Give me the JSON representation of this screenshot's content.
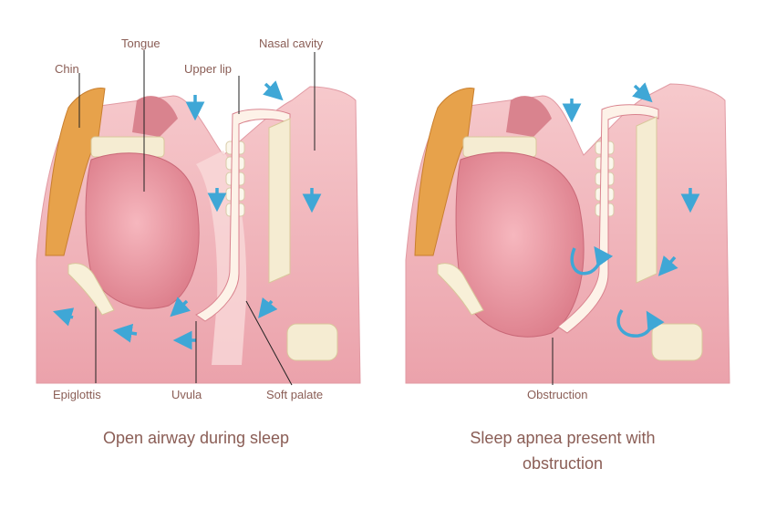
{
  "labels": {
    "chin": "Chin",
    "tongue": "Tongue",
    "upper_lip": "Upper lip",
    "nasal_cavity": "Nasal cavity",
    "epiglottis": "Epiglottis",
    "uvula": "Uvula",
    "soft_palate": "Soft palate",
    "obstruction": "Obstruction"
  },
  "captions": {
    "left": "Open airway during sleep",
    "right_line1": "Sleep apnea present with",
    "right_line2": "obstruction"
  },
  "colors": {
    "tissue": "#f2b8bd",
    "tissue_dark": "#d9838e",
    "tongue": "#eea0ab",
    "bone": "#f5ecd2",
    "fat": "#e7a24b",
    "arrow": "#3fa7d6",
    "text": "#8a5d55"
  }
}
